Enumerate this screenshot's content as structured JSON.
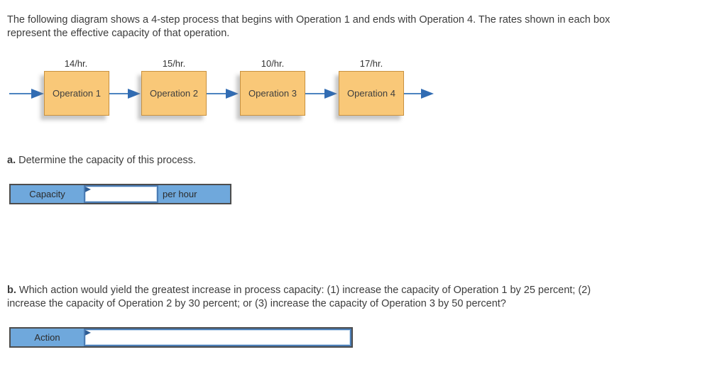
{
  "intro": {
    "lines": [
      "The following diagram shows a 4-step process that begins with Operation 1 and ends with Operation 4. The rates shown in each box",
      "represent the effective capacity of that operation."
    ]
  },
  "diagram": {
    "operations": [
      {
        "rate": "14/hr.",
        "label": "Operation 1"
      },
      {
        "rate": "15/hr.",
        "label": "Operation 2"
      },
      {
        "rate": "10/hr.",
        "label": "Operation 3"
      },
      {
        "rate": "17/hr.",
        "label": "Operation 4"
      }
    ],
    "colors": {
      "box_fill": "#f9c878",
      "box_border": "#c8913f",
      "arrow_line": "#4d84c0",
      "arrow_head": "#316cb3"
    }
  },
  "question_a": {
    "label": "a.",
    "text": " Determine the capacity of this process.",
    "table": {
      "row_label": "Capacity",
      "input_value": "",
      "unit_label": "per hour"
    }
  },
  "question_b": {
    "label": "b.",
    "lines": [
      " Which action would yield the greatest increase in process capacity: (1) increase the capacity of Operation 1 by 25 percent; (2)",
      "increase the capacity of Operation 2 by 30 percent; or (3) increase the capacity of Operation 3 by 50 percent?"
    ],
    "table": {
      "row_label": "Action",
      "input_value": ""
    }
  },
  "colors": {
    "table_cell_blue": "#6fa8dc",
    "table_outer_border": "#4d4d4d",
    "input_border_blue": "#4a7cb5",
    "marker_blue": "#2d5c93",
    "body_text": "#3c3c3c"
  }
}
